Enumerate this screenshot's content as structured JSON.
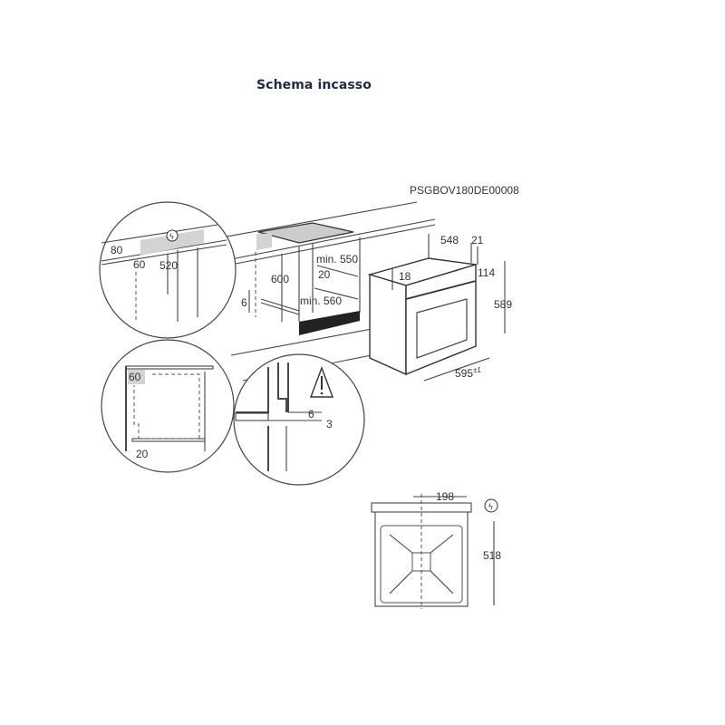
{
  "page": {
    "title": "Schema incasso"
  },
  "diagram": {
    "code": "PSGBOV180DE00008",
    "detail_top_left": {
      "dim_top_gap": "80",
      "dim_side": "60",
      "dim_height": "520",
      "icon": "electrical-connection-icon"
    },
    "cabinet": {
      "dim_height": "600",
      "dim_depth_min": "min. 550",
      "dim_side": "20",
      "dim_width_min": "min. 560",
      "dim_floor": "6"
    },
    "oven": {
      "dim_depth": "548",
      "dim_front": "21",
      "dim_panel": "114",
      "dim_top": "18",
      "dim_height": "589",
      "dim_width": "595",
      "dim_width_tolerance": "±1"
    },
    "detail_bottom_left": {
      "dim_top": "60",
      "dim_bottom": "20"
    },
    "detail_bottom_middle": {
      "dim_gap_a": "6",
      "dim_gap_b": "3",
      "icon": "warning-triangle-icon"
    },
    "top_view": {
      "dim_offset": "198",
      "dim_depth": "518",
      "icon": "electrical-connection-icon"
    }
  },
  "colors": {
    "title": "#1f2a44",
    "line": "#444444",
    "fill_gray": "#d3d3d3"
  }
}
